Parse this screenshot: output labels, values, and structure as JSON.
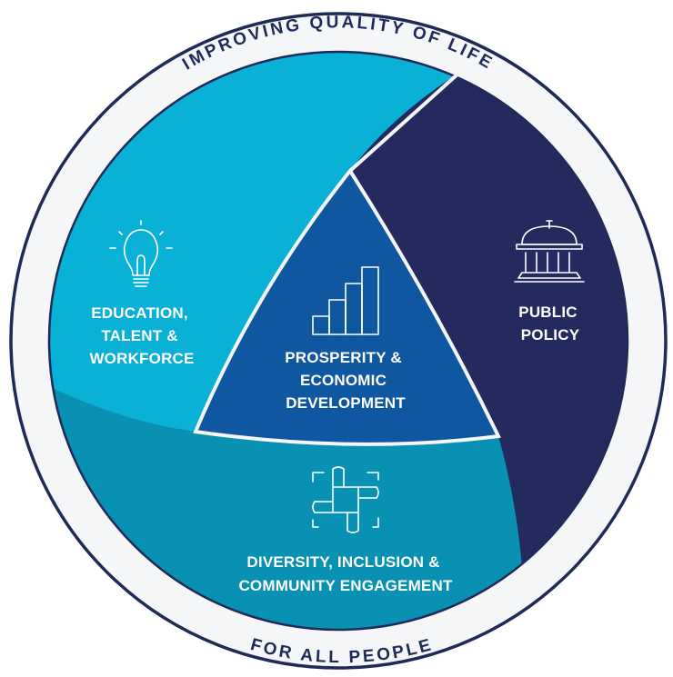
{
  "ring": {
    "top_text": "IMPROVING QUALITY OF LIFE",
    "bottom_text": "FOR ALL PEOPLE"
  },
  "segments": {
    "education": {
      "lines": [
        "EDUCATION,",
        "TALENT &",
        "WORKFORCE"
      ],
      "icon": "lightbulb-icon",
      "color": "#0ab1d6"
    },
    "policy": {
      "lines": [
        "PUBLIC",
        "POLICY"
      ],
      "icon": "capitol-building-icon",
      "color": "#252a5e"
    },
    "prosperity": {
      "lines": [
        "PROSPERITY &",
        "ECONOMIC",
        "DEVELOPMENT"
      ],
      "icon": "bar-chart-icon",
      "color": "#0f57a0"
    },
    "diversity": {
      "lines": [
        "DIVERSITY, INCLUSION &",
        "COMMUNITY ENGAGEMENT"
      ],
      "icon": "linked-hands-icon",
      "color": "#0891b2"
    }
  },
  "colors": {
    "ring_stroke": "#1f2a57",
    "background": "#f5f6f8"
  }
}
